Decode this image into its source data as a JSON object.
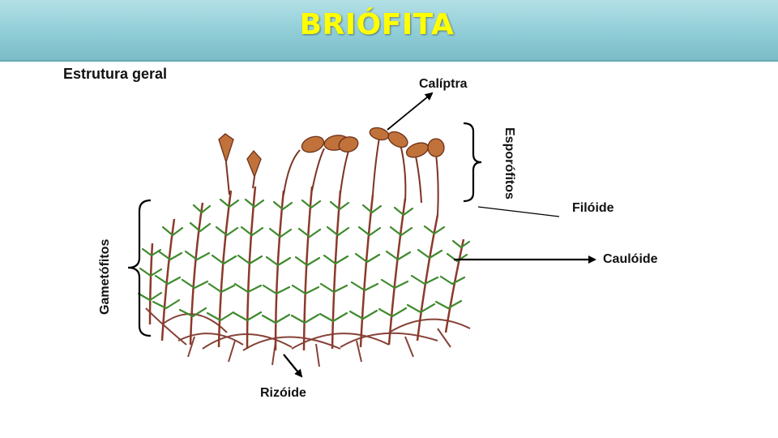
{
  "header": {
    "title": "BRIÓFITA"
  },
  "subtitle": "Estrutura geral",
  "labels": {
    "caliptra": "Calíptra",
    "esporofitos": "Esporófitos",
    "filoide": "Filóide",
    "cauloide": "Caulóide",
    "gametofitos": "Gametófitos",
    "rizoide": "Rizóide"
  },
  "colors": {
    "header": "#8fcdd7",
    "title": "#ffff00",
    "leaf": "#3f8a2e",
    "stem": "#8b3a2a",
    "capsule": "#c0723a"
  },
  "icons": {
    "moss": "moss-illustration-icon"
  }
}
